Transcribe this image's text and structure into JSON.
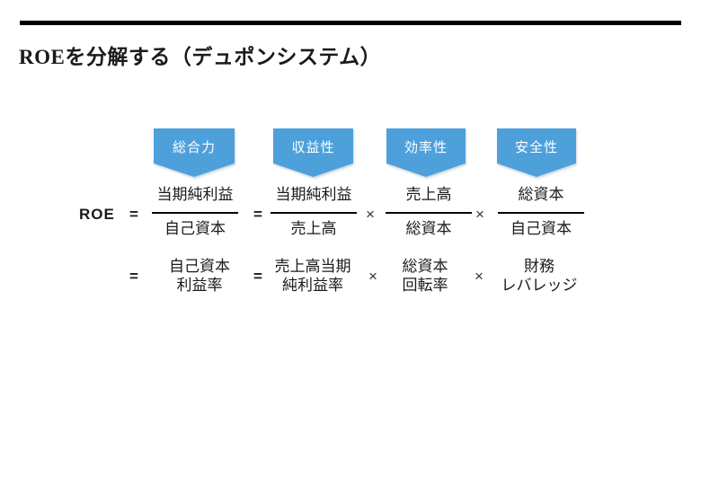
{
  "title": "ROEを分解する（デュポンシステム）",
  "colors": {
    "banner_blue": "#4EA0DB",
    "banner_text": "#ffffff",
    "rule_black": "#000000",
    "text": "#1a1a1a"
  },
  "banners": [
    {
      "label": "総合力"
    },
    {
      "label": "収益性"
    },
    {
      "label": "効率性"
    },
    {
      "label": "安全性"
    }
  ],
  "formula": {
    "lhs": "ROE",
    "equals": "=",
    "times": "×",
    "row1_fractions": [
      {
        "num": "当期純利益",
        "den": "自己資本"
      },
      {
        "num": "当期純利益",
        "den": "売上高"
      },
      {
        "num": "売上高",
        "den": "総資本"
      },
      {
        "num": "総資本",
        "den": "自己資本"
      }
    ],
    "row2_terms": [
      {
        "label": "自己資本\n利益率"
      },
      {
        "label": "売上高当期\n純利益率"
      },
      {
        "label": "総資本\n回転率"
      },
      {
        "label": "財務\nレバレッジ"
      }
    ]
  }
}
